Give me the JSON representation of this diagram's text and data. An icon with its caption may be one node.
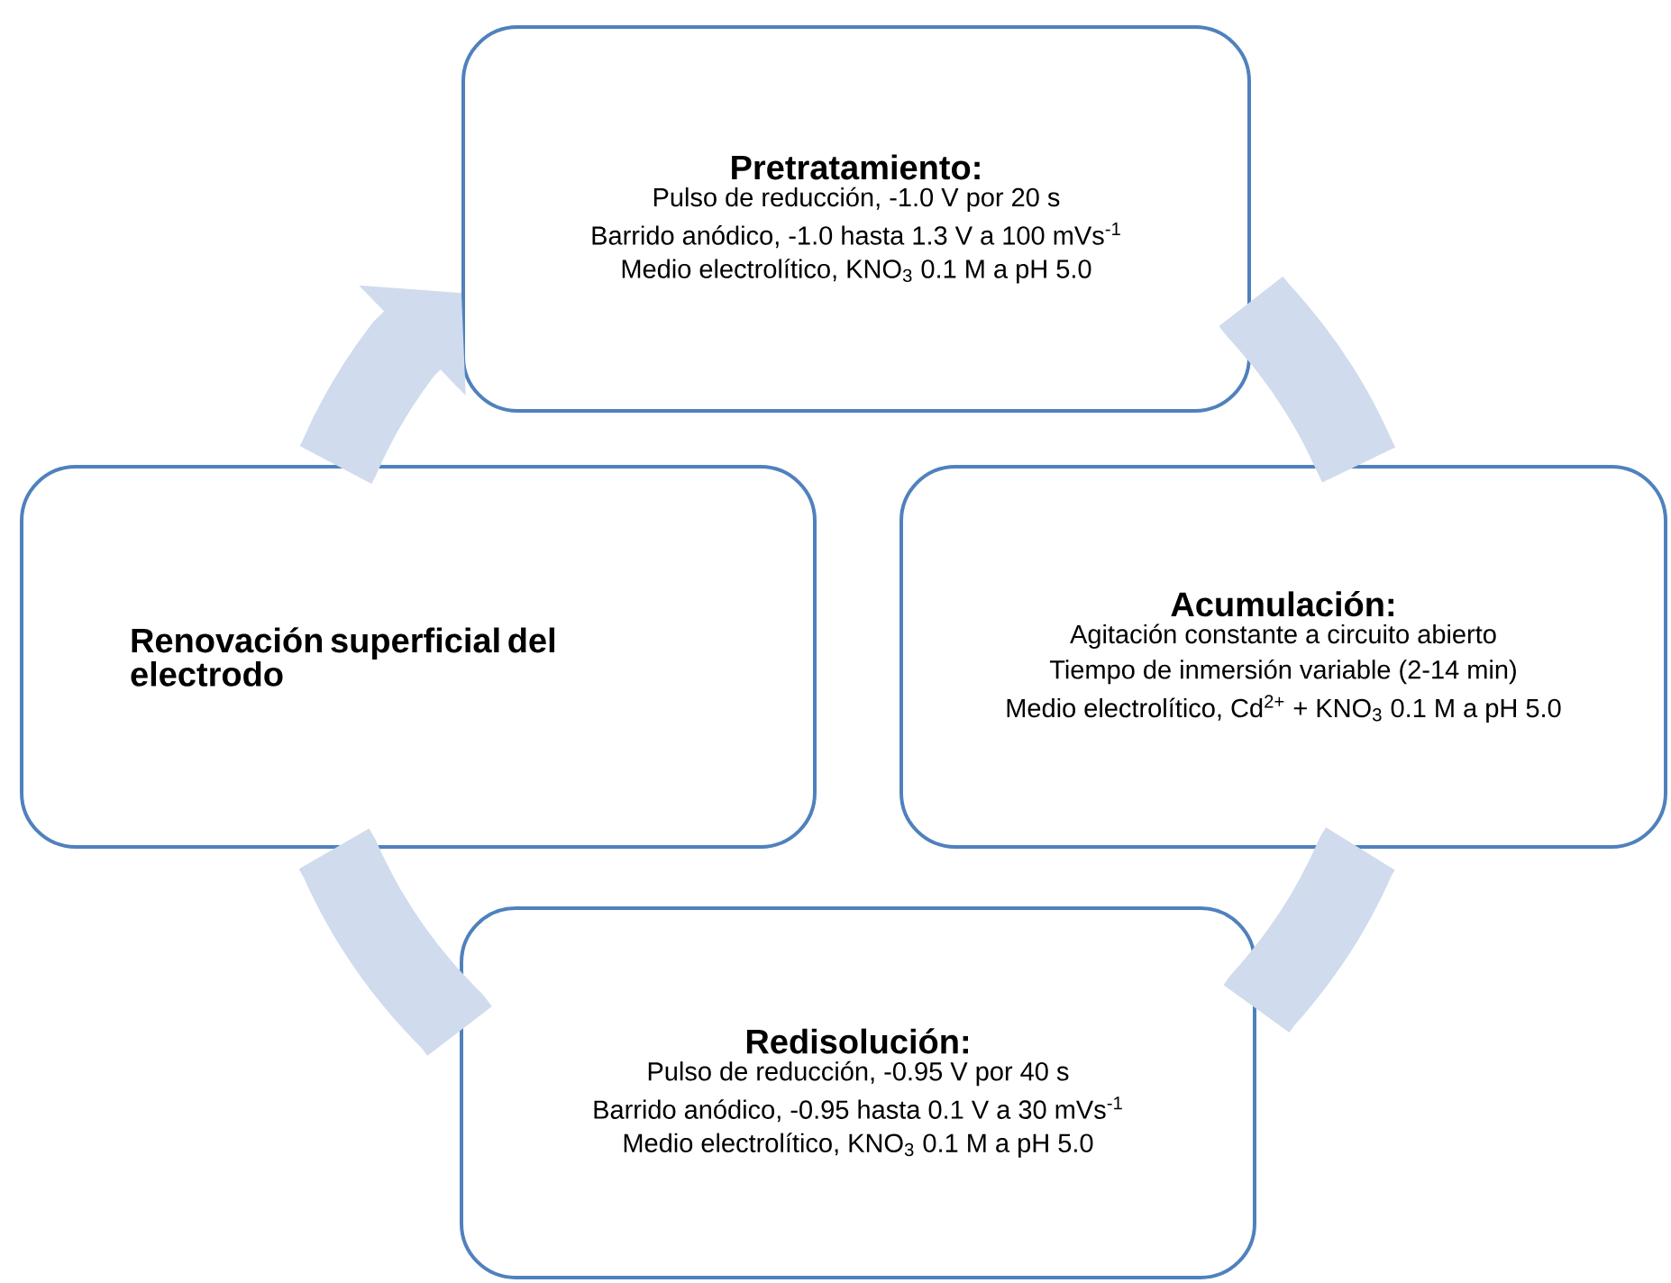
{
  "diagram": {
    "nodes": [
      {
        "text": [
          "Pretratamiento:",
          "Pulso de reducción,  -1.0 V por 20 s",
          "Barrido anódico, -1.0 hasta 1.3 V a 100 mVs$^{-1}$",
          "Medio electrolítico, KNO$_{3}$ 0.1 M a pH 5.0"
        ]
      },
      {
        "text": [
          "Acumulación:",
          "Agitación constante a circuito abierto",
          "Tiempo de inmersión variable (2-14 min)",
          "Medio electrolítico, Cd$^{2+}$ + KNO$_{3}$ 0.1 M a pH 5.0"
        ]
      },
      {
        "text": [
          "Redisolución:",
          "Pulso de reducción, -0.95 V por 40 s",
          "Barrido anódico, -0.95 hasta 0.1 V a 30 mVs$^{-1}$",
          "Medio electrolítico, KNO$_{3}$ 0.1 M a pH 5.0"
        ]
      },
      {
        "text": [
          "Renovación superficial del electrodo"
        ]
      }
    ],
    "edges": [
      {
        "from": 0,
        "to": 1,
        "arrow": "none"
      },
      {
        "from": 1,
        "to": 2,
        "arrow": "none"
      },
      {
        "from": 2,
        "to": 3,
        "arrow": "none"
      },
      {
        "from": 3,
        "to": 0,
        "arrow": "to"
      }
    ]
  }
}
